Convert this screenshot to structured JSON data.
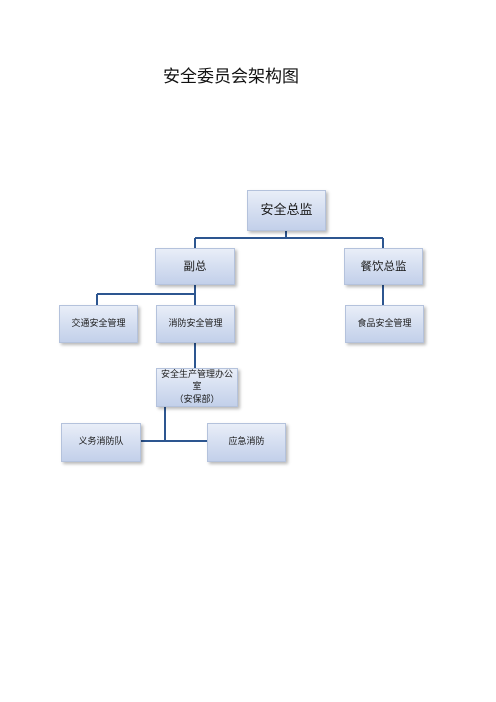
{
  "title": "安全委员会架构图",
  "nodes": {
    "chief": "安全总监",
    "deputy": "副总",
    "catering": "餐饮总监",
    "traffic": "交通安全管理",
    "fire_safety": "消防安全管理",
    "food_safety": "食品安全管理",
    "office": "安全生产管理办公室\n（安保部）",
    "volunteer": "义务消防队",
    "emergency": "应急消防"
  },
  "colors": {
    "connector": "#2d5690",
    "node_fill": "#d3ddf0"
  }
}
